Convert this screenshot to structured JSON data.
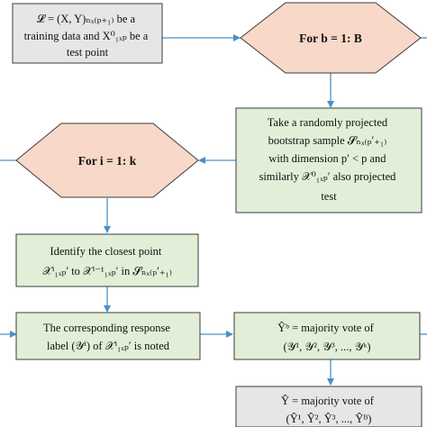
{
  "nodes": {
    "start": {
      "lines": [
        "𝓛 = (X, Y)ₙₓ₍ₚ₊₁₎ be a",
        "training data and X⁰₁ₓₚ be a",
        "test point"
      ],
      "fill": "#e6e6e6"
    },
    "loop_b": {
      "label": "For b = 1: B",
      "fill": "#f8d8c8"
    },
    "projection": {
      "lines": [
        "Take a randomly projected",
        "bootstrap sample 𝓢ₙₓ₍ₚ′₊₁₎",
        "with dimension p′ < p and",
        "similarly 𝒳⁰₁ₓₚ′ also projected",
        "test"
      ],
      "fill": "#e2efd8"
    },
    "loop_i": {
      "label": "For i = 1: k",
      "fill": "#f8d8c8"
    },
    "closest": {
      "lines": [
        "Identify the closest point",
        "𝒳ⁱ₁ₓₚ′ to 𝒳ⁱ⁻¹₁ₓₚ′ in 𝓢ₙₓ₍ₚ′₊₁₎"
      ],
      "fill": "#e2efd8"
    },
    "response": {
      "lines": [
        "The corresponding response",
        "label (𝒴ⁱ) of 𝒳ⁱ₁ₓₚ′ is noted"
      ],
      "fill": "#e2efd8"
    },
    "vote_b": {
      "lines": [
        "Ŷᵇ = majority vote of",
        "(𝒴¹, 𝒴², 𝒴³, ..., 𝒴ᵏ)"
      ],
      "fill": "#e2efd8"
    },
    "vote_final": {
      "lines": [
        "Ŷ = majority vote of",
        "(Ŷ¹, Ŷ², Ŷ³, ..., Ŷᴮ)"
      ],
      "fill": "#e6e6e6"
    }
  },
  "colors": {
    "edge": "#4a90c8",
    "border": "#3c3c3c"
  }
}
